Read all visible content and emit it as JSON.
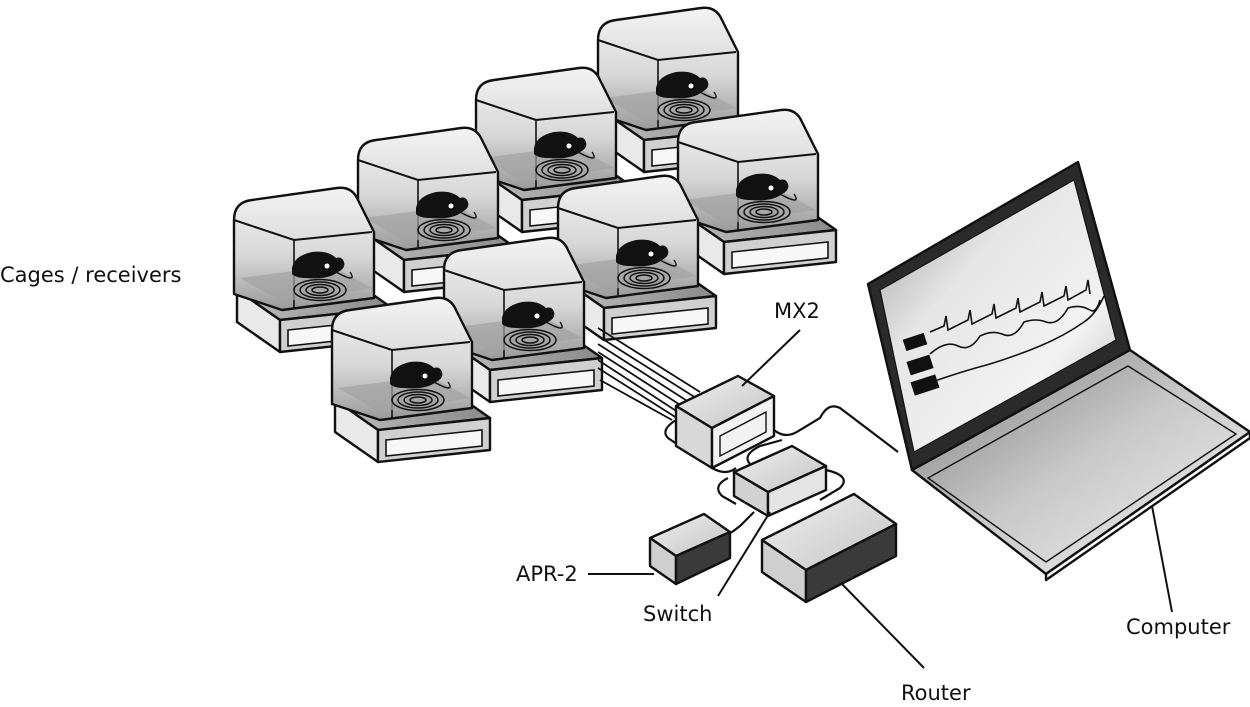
{
  "labels": {
    "cages": "Cages / receivers",
    "mx2": "MX2",
    "apr2": "APR-2",
    "switch": "Switch",
    "router": "Router",
    "computer": "Computer"
  },
  "cages": [
    {
      "row": 0,
      "col": 0
    },
    {
      "row": 0,
      "col": 1
    },
    {
      "row": 0,
      "col": 2
    },
    {
      "row": 0,
      "col": 3
    },
    {
      "row": 1,
      "col": 0
    },
    {
      "row": 1,
      "col": 1
    },
    {
      "row": 1,
      "col": 2
    },
    {
      "row": 1,
      "col": 3
    }
  ],
  "screen_signals": [
    "ECG",
    "pressure",
    "activity"
  ],
  "colors": {
    "ink": "#111111",
    "screen": "#cfcfcf",
    "cage_glass": "#dedede",
    "device": "#d9d9d9"
  }
}
